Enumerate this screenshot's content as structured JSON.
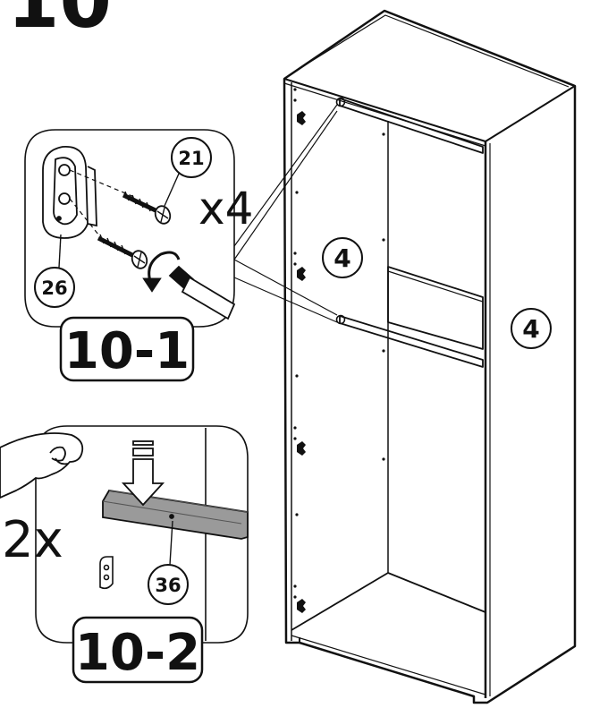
{
  "step": {
    "number": "10"
  },
  "detail_1": {
    "label": "10-1",
    "multiplier": "x4",
    "part_screw": "21",
    "part_bracket": "26"
  },
  "detail_2": {
    "label": "10-2",
    "multiplier": "2x",
    "part_rail": "36"
  },
  "wardrobe": {
    "panel_label_inner": "4",
    "panel_label_side": "4"
  }
}
